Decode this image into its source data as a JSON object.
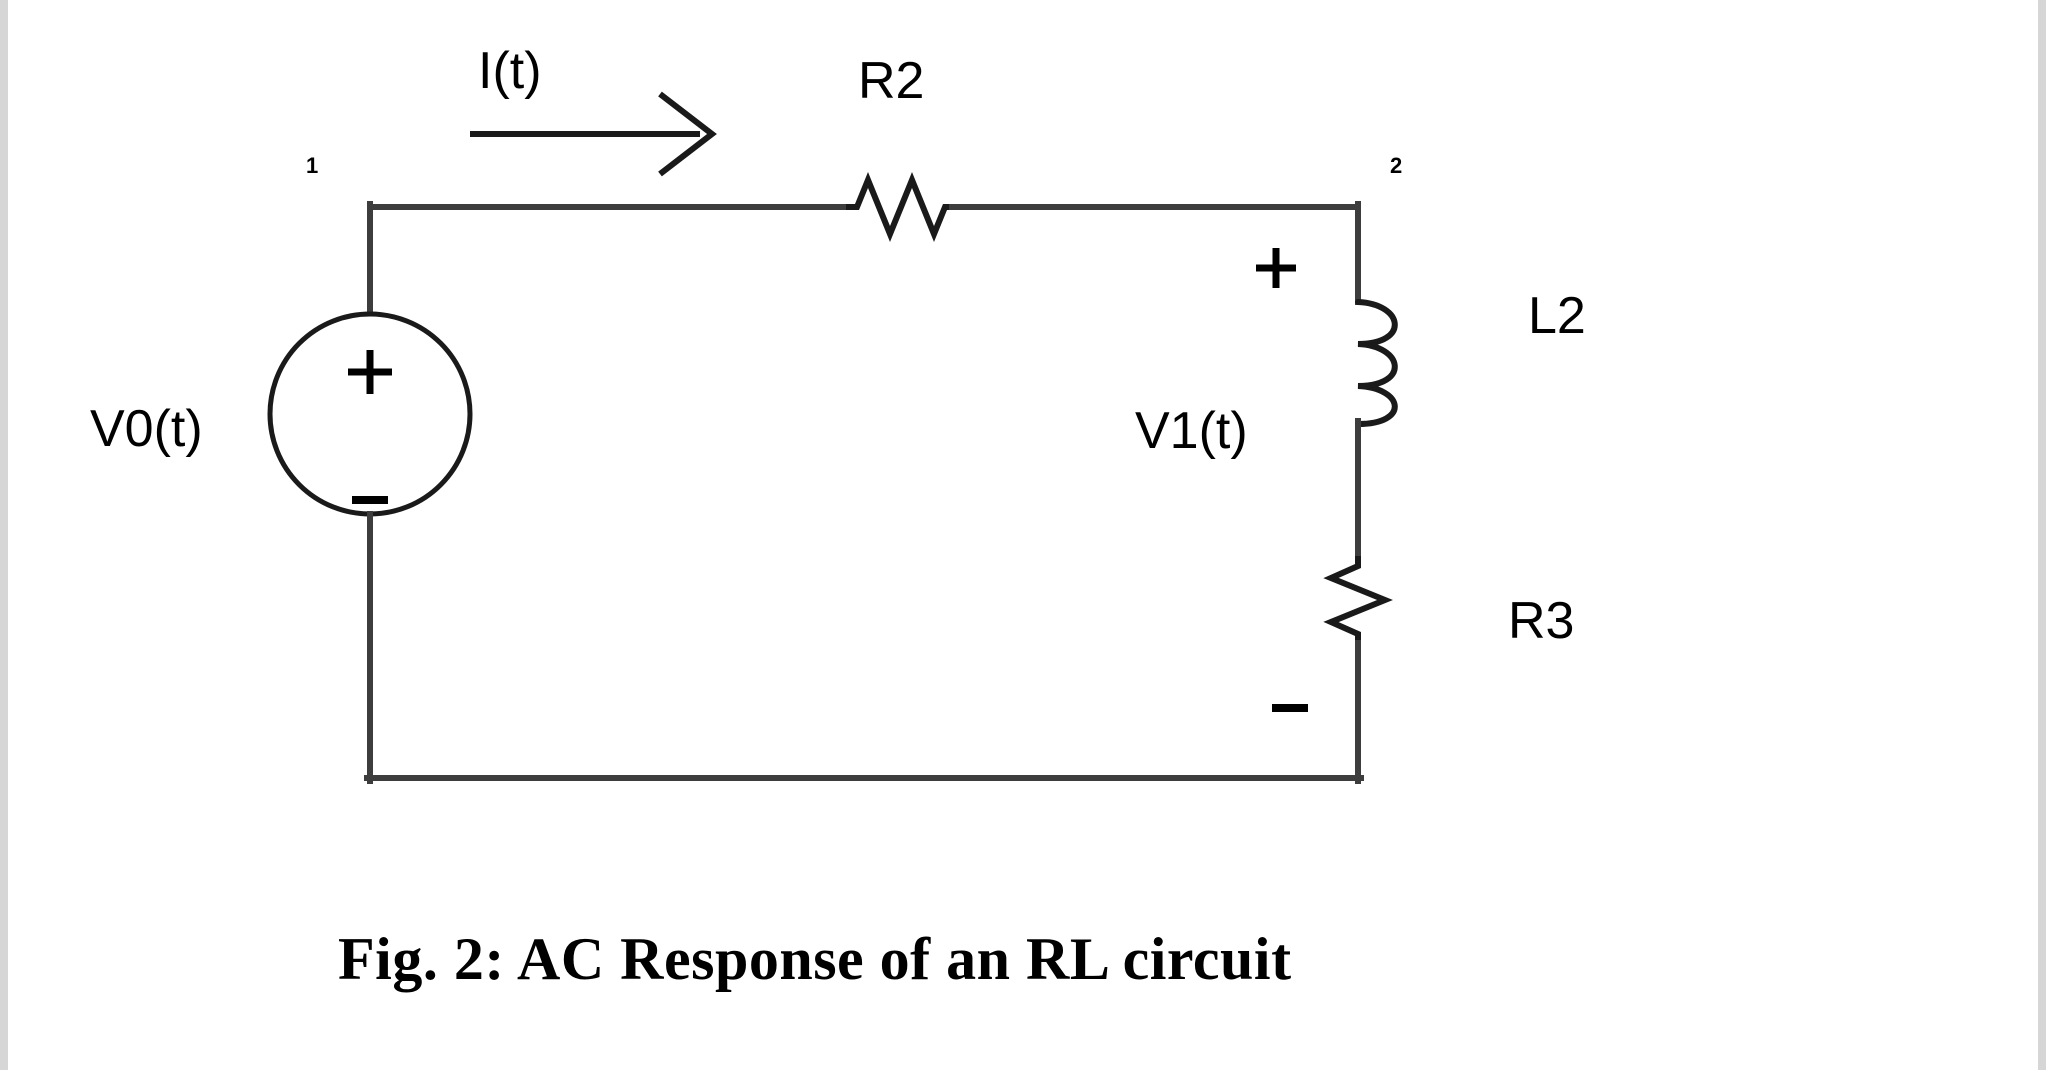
{
  "figure": {
    "caption": "Fig. 2:  AC Response of an RL circuit",
    "title_label": "AC Response of an RL circuit",
    "figure_number": "Fig. 2:"
  },
  "colors": {
    "wire": "#3d3d3d",
    "component": "#1a1a1a",
    "text": "#000000",
    "background": "#ffffff"
  },
  "nodes": [
    {
      "id": "node-1",
      "label": "1"
    },
    {
      "id": "node-2",
      "label": "2"
    }
  ],
  "components": [
    {
      "id": "source",
      "type": "voltage-source",
      "label": "V0(t)",
      "plus": "+",
      "minus": "-"
    },
    {
      "id": "r2",
      "type": "resistor",
      "label": "R2"
    },
    {
      "id": "l2",
      "type": "inductor",
      "label": "L2"
    },
    {
      "id": "r3",
      "type": "resistor",
      "label": "R3"
    }
  ],
  "annotations": {
    "current_label": "I(t)",
    "source_label": "V0(t)",
    "source_plus": "+",
    "source_minus": "-",
    "branch_voltage_label": "V1(t)",
    "branch_plus": "+",
    "branch_minus": "-",
    "r2_label": "R2",
    "l2_label": "L2",
    "r3_label": "R3",
    "node1_label": "1",
    "node2_label": "2"
  }
}
